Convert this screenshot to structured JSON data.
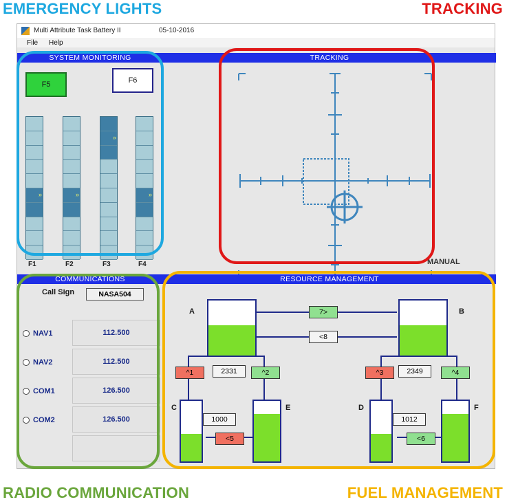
{
  "callouts": {
    "emergency": "EMERGENCY LIGHTS",
    "tracking": "TRACKING",
    "radio": "RADIO COMMUNICATION",
    "fuel": "FUEL MANAGEMENT"
  },
  "window": {
    "title": "Multi Attribute Task Battery II",
    "date": "05-10-2016",
    "menu": [
      "File",
      "Help"
    ]
  },
  "system_monitoring": {
    "header": "SYSTEM MONITORING",
    "f5_label": "F5",
    "f6_label": "F6",
    "scales": [
      {
        "label": "F1",
        "pointer_cell": 5,
        "highlight_cells": [
          5,
          6
        ]
      },
      {
        "label": "F2",
        "pointer_cell": 5,
        "highlight_cells": [
          5,
          6
        ]
      },
      {
        "label": "F3",
        "pointer_cell": 1,
        "highlight_cells": [
          0,
          1,
          2
        ]
      },
      {
        "label": "F4",
        "pointer_cell": 5,
        "highlight_cells": [
          5,
          6
        ]
      }
    ],
    "colors": {
      "f5_on": "#2fd23c",
      "scale_cell": "#a9cdd7",
      "scale_highlight": "#3f7fa5"
    }
  },
  "tracking": {
    "header": "TRACKING",
    "mode": "MANUAL"
  },
  "communications": {
    "header": "COMMUNICATIONS",
    "callsign_label": "Call Sign",
    "callsign_value": "NASA504",
    "channels": [
      {
        "name": "NAV1",
        "frequency": "112.500"
      },
      {
        "name": "NAV2",
        "frequency": "112.500"
      },
      {
        "name": "COM1",
        "frequency": "126.500"
      },
      {
        "name": "COM2",
        "frequency": "126.500"
      }
    ]
  },
  "resource_management": {
    "header": "RESOURCE MANAGEMENT",
    "tanks": {
      "A": {
        "label": "A",
        "fill_fraction": 0.55
      },
      "B": {
        "label": "B",
        "fill_fraction": 0.55
      },
      "C": {
        "label": "C",
        "fill_fraction": 0.45
      },
      "D": {
        "label": "D",
        "fill_fraction": 0.45
      },
      "E": {
        "label": "E",
        "fill_fraction": 0.78
      },
      "F": {
        "label": "F",
        "fill_fraction": 0.78
      }
    },
    "levels": {
      "A": "2331",
      "B": "2349",
      "C": "1000",
      "D": "1012"
    },
    "valves": [
      {
        "id": "pump-7",
        "label": "7>",
        "state": "on"
      },
      {
        "id": "pump-8",
        "label": "<8",
        "state": "neutral"
      },
      {
        "id": "pump-1",
        "label": "^1",
        "state": "off"
      },
      {
        "id": "pump-2",
        "label": "^2",
        "state": "on"
      },
      {
        "id": "pump-3",
        "label": "^3",
        "state": "off"
      },
      {
        "id": "pump-4",
        "label": "^4",
        "state": "on"
      },
      {
        "id": "pump-5",
        "label": "<5",
        "state": "off"
      },
      {
        "id": "pump-6",
        "label": "<6",
        "state": "on"
      }
    ],
    "colors": {
      "fuel": "#7cdf2b",
      "valve_off": "#f07060",
      "valve_on": "#90e090"
    }
  }
}
